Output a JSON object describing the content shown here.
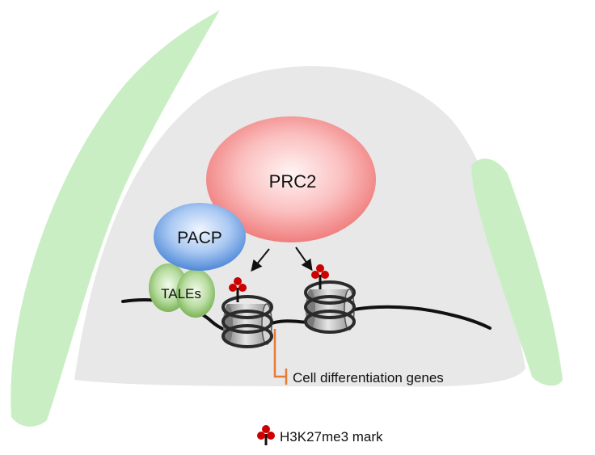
{
  "labels": {
    "prc2": "PRC2",
    "pacp": "PACP",
    "tales": "TALEs",
    "genes": "Cell differentiation genes",
    "legend": "H3K27me3 mark"
  },
  "colors": {
    "cell_body": "#e8e8e8",
    "leaf_green": "#c9eec4",
    "prc2_pink": "#f48c8c",
    "pacp_blue": "#5a95df",
    "tales_green": "#7fb95a",
    "dna_black": "#111111",
    "mark_red": "#cc0000",
    "inhibit_orange": "#e87a3a"
  },
  "icons": {
    "mark": "h3k27me3-mark-icon",
    "nucleosome": "nucleosome-icon"
  }
}
